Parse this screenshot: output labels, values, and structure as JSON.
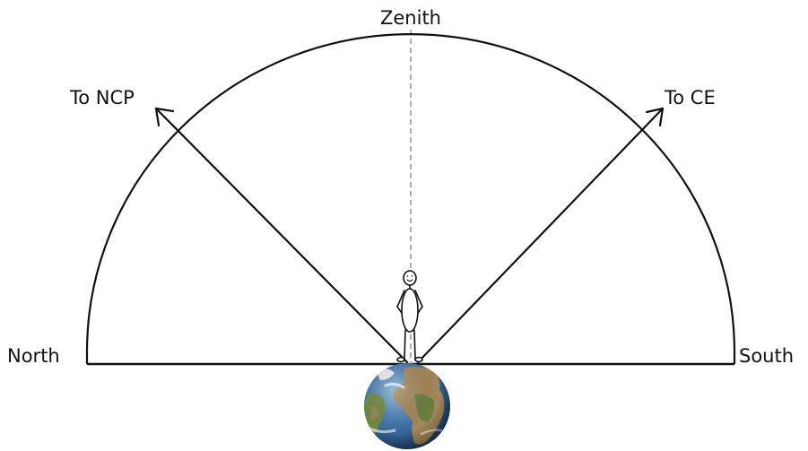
{
  "labels": {
    "zenith": "Zenith",
    "ncp": "To NCP",
    "ce": "To CE",
    "north": "North",
    "south": "South"
  },
  "colors": {
    "ink": "#111111",
    "zenith_line": "#9a9a9a",
    "ocean": "#3f73a8",
    "land": "#a3875a",
    "vegetation": "#5f7f3e"
  }
}
